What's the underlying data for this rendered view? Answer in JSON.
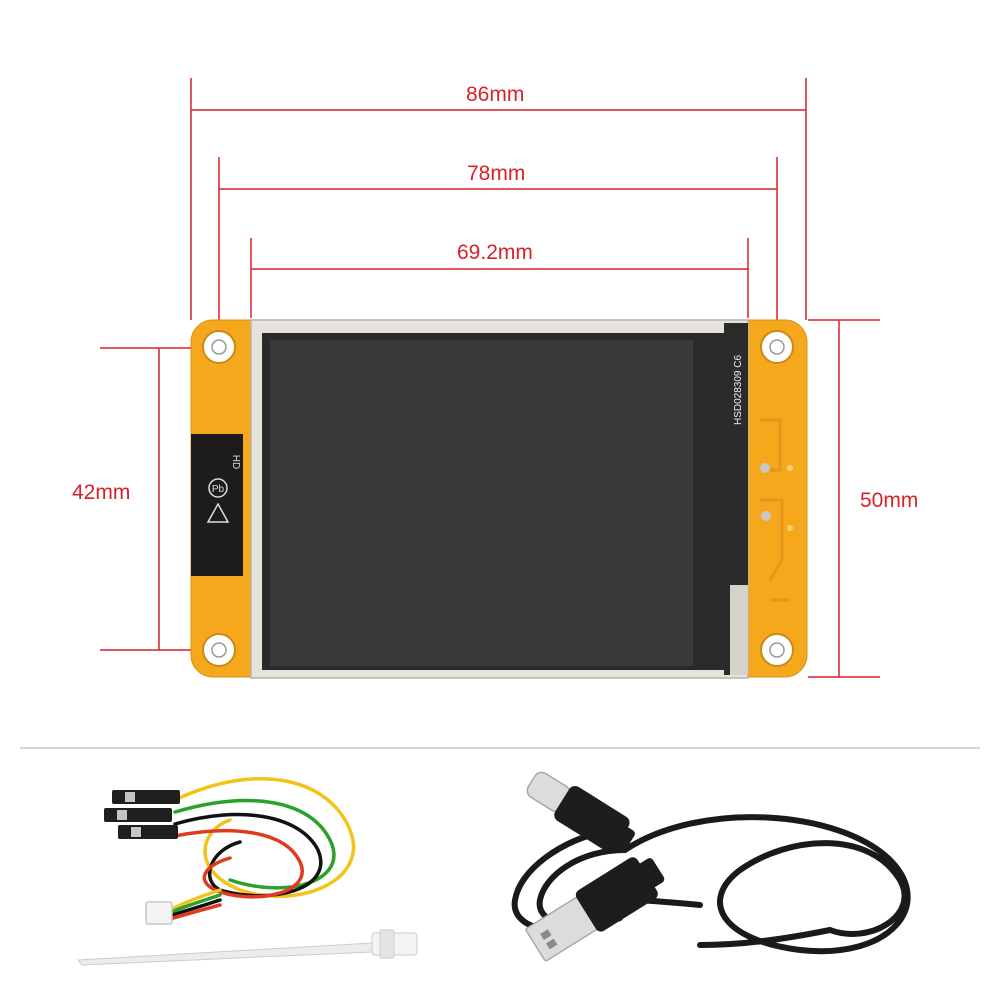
{
  "colors": {
    "dimension_line": "#d7222a",
    "pcb": "#f5a81c",
    "screen": "#3a3a3a",
    "divider": "#c8c8c8"
  },
  "dimensions": {
    "outer_width": "86mm",
    "hole_spacing_width": "78mm",
    "screen_width": "69.2mm",
    "hole_spacing_height": "42mm",
    "outer_height": "50mm"
  },
  "display": {
    "panel_marking": "HSD028309 C6",
    "badge_text": "HD",
    "lead_free_mark": "Pb"
  },
  "accessories": [
    {
      "name": "dupont-cable",
      "icon": "cable-icon"
    },
    {
      "name": "stylus",
      "icon": "stylus-icon"
    },
    {
      "name": "usb-c-cable",
      "icon": "usb-c-cable-icon"
    }
  ]
}
